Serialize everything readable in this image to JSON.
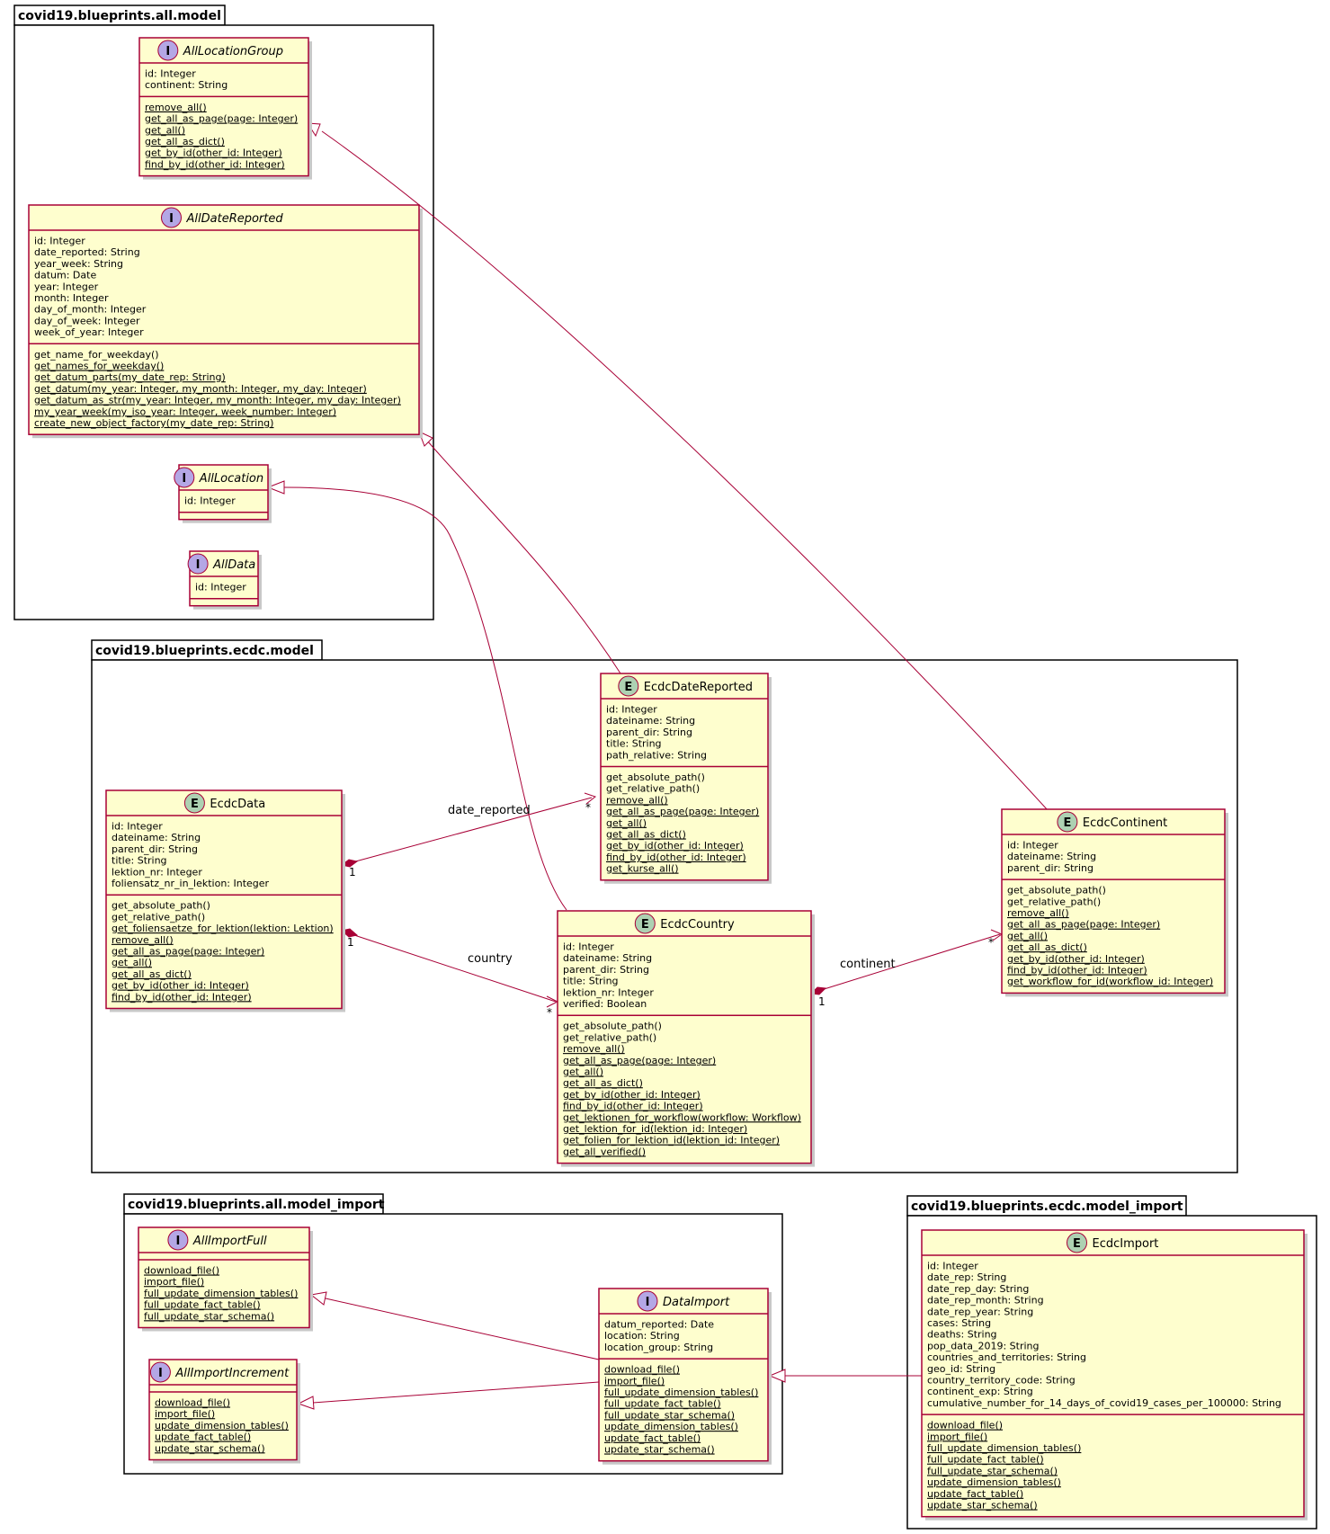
{
  "colors": {
    "class_fill": "#FEFECE",
    "class_border": "#A80036",
    "interface_badge": "#B4A7E5",
    "entity_badge": "#ADD1B2",
    "relation": "#A80036",
    "package_border": "#000000"
  },
  "packages": {
    "all_model": "covid19.blueprints.all.model",
    "ecdc_model": "covid19.blueprints.ecdc.model",
    "all_model_import": "covid19.blueprints.all.model_import",
    "ecdc_model_import": "covid19.blueprints.ecdc.model_import"
  },
  "classes": {
    "AllLocationGroup": {
      "kind": "interface",
      "badge": "I",
      "name": "AllLocationGroup",
      "fields": [
        "id: Integer",
        "continent:  String"
      ],
      "methods": [
        "remove_all()",
        "get_all_as_page(page: Integer)",
        "get_all()",
        "get_all_as_dict()",
        "get_by_id(other_id: Integer)",
        "find_by_id(other_id: Integer)"
      ]
    },
    "AllDateReported": {
      "kind": "interface",
      "badge": "I",
      "name": "AllDateReported",
      "fields": [
        "id: Integer",
        "date_reported:  String",
        "year_week:  String",
        "datum: Date",
        "year: Integer",
        "month: Integer",
        "day_of_month: Integer",
        "day_of_week: Integer",
        "week_of_year: Integer"
      ],
      "methods": [
        "get_name_for_weekday()",
        "get_names_for_weekday()",
        "get_datum_parts(my_date_rep: String)",
        "get_datum(my_year: Integer, my_month: Integer, my_day: Integer)",
        "get_datum_as_str(my_year: Integer, my_month: Integer, my_day: Integer)",
        "my_year_week(my_iso_year: Integer, week_number: Integer)",
        "create_new_object_factory(my_date_rep: String)"
      ]
    },
    "AllLocation": {
      "kind": "interface",
      "badge": "I",
      "name": "AllLocation",
      "fields": [
        "id: Integer"
      ],
      "methods": []
    },
    "AllData": {
      "kind": "interface",
      "badge": "I",
      "name": "AllData",
      "fields": [
        "id: Integer"
      ],
      "methods": []
    },
    "EcdcDateReported": {
      "kind": "entity",
      "badge": "E",
      "name": "EcdcDateReported",
      "fields": [
        "id: Integer",
        "dateiname: String",
        "parent_dir: String",
        "title: String",
        "path_relative: String"
      ],
      "methods": [
        "get_absolute_path()",
        "get_relative_path()",
        "remove_all()",
        "get_all_as_page(page: Integer)",
        "get_all()",
        "get_all_as_dict()",
        "get_by_id(other_id: Integer)",
        "find_by_id(other_id: Integer)",
        "get_kurse_all()"
      ]
    },
    "EcdcData": {
      "kind": "entity",
      "badge": "E",
      "name": "EcdcData",
      "fields": [
        "id: Integer",
        "dateiname: String",
        "parent_dir: String",
        "title: String",
        "lektion_nr: Integer",
        "foliensatz_nr_in_lektion: Integer"
      ],
      "methods": [
        "get_absolute_path()",
        "get_relative_path()",
        "get_foliensaetze_for_lektion(lektion: Lektion)",
        "remove_all()",
        "get_all_as_page(page: Integer)",
        "get_all()",
        "get_all_as_dict()",
        "get_by_id(other_id: Integer)",
        "find_by_id(other_id: Integer)"
      ]
    },
    "EcdcContinent": {
      "kind": "entity",
      "badge": "E",
      "name": "EcdcContinent",
      "fields": [
        "id: Integer",
        "dateiname: String",
        "parent_dir: String"
      ],
      "methods": [
        "get_absolute_path()",
        "get_relative_path()",
        "remove_all()",
        "get_all_as_page(page: Integer)",
        "get_all()",
        "get_all_as_dict()",
        "get_by_id(other_id: Integer)",
        "find_by_id(other_id: Integer)",
        "get_workflow_for_id(workflow_id: Integer)"
      ]
    },
    "EcdcCountry": {
      "kind": "entity",
      "badge": "E",
      "name": "EcdcCountry",
      "fields": [
        "id: Integer",
        "dateiname: String",
        "parent_dir: String",
        "title: String",
        "lektion_nr: Integer",
        "verified: Boolean"
      ],
      "methods": [
        "get_absolute_path()",
        "get_relative_path()",
        "remove_all()",
        "get_all_as_page(page: Integer)",
        "get_all()",
        "get_all_as_dict()",
        "get_by_id(other_id: Integer)",
        "find_by_id(other_id: Integer)",
        "get_lektionen_for_workflow(workflow: Workflow)",
        "get_lektion_for_id(lektion_id: Integer)",
        "get_folien_for_lektion_id(lektion_id: Integer)",
        "get_all_verified()"
      ]
    },
    "AllImportFull": {
      "kind": "interface",
      "badge": "I",
      "name": "AllImportFull",
      "fields": [],
      "methods": [
        "download_file()",
        "import_file()",
        "full_update_dimension_tables()",
        "full_update_fact_table()",
        "full_update_star_schema()"
      ]
    },
    "AllImportIncrement": {
      "kind": "interface",
      "badge": "I",
      "name": "AllImportIncrement",
      "fields": [],
      "methods": [
        "download_file()",
        "import_file()",
        "update_dimension_tables()",
        "update_fact_table()",
        "update_star_schema()"
      ]
    },
    "DataImport": {
      "kind": "interface",
      "badge": "I",
      "name": "DataImport",
      "fields": [
        "datum_reported: Date",
        "location: String",
        "location_group: String"
      ],
      "methods": [
        "download_file()",
        "import_file()",
        "full_update_dimension_tables()",
        "full_update_fact_table()",
        "full_update_star_schema()",
        "update_dimension_tables()",
        "update_fact_table()",
        "update_star_schema()"
      ]
    },
    "EcdcImport": {
      "kind": "entity",
      "badge": "E",
      "name": "EcdcImport",
      "fields": [
        "id: Integer",
        "date_rep:  String",
        "date_rep_day:  String",
        "date_rep_month:  String",
        "date_rep_year:  String",
        "cases:  String",
        "deaths:  String",
        "pop_data_2019:  String",
        "countries_and_territories:  String",
        "geo_id:  String",
        "country_territory_code:  String",
        "continent_exp:  String",
        "cumulative_number_for_14_days_of_covid19_cases_per_100000:  String"
      ],
      "methods": [
        "download_file()",
        "import_file()",
        "full_update_dimension_tables()",
        "full_update_fact_table()",
        "full_update_star_schema()",
        "update_dimension_tables()",
        "update_fact_table()",
        "update_star_schema()"
      ]
    }
  },
  "relations": {
    "date_reported": {
      "label": "date_reported",
      "source_mult": "1",
      "target_mult": "*"
    },
    "country": {
      "label": "country",
      "source_mult": "1",
      "target_mult": "*"
    },
    "continent": {
      "label": "continent",
      "source_mult": "1",
      "target_mult": "*"
    }
  }
}
